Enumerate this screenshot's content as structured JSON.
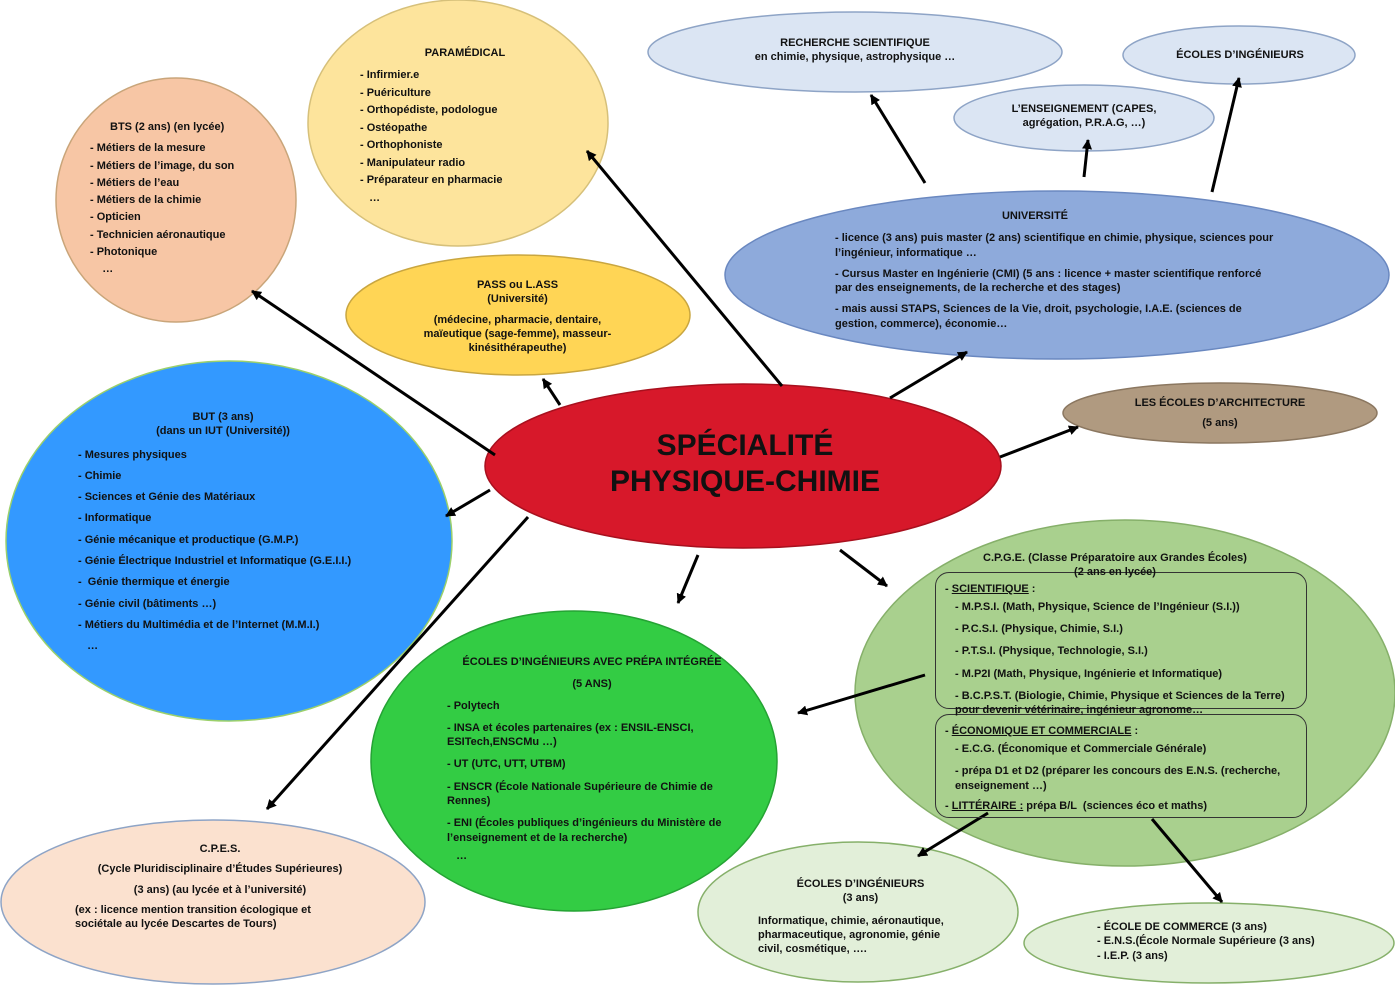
{
  "center": {
    "line1": "SPÉCIALITÉ",
    "line2": "PHYSIQUE-CHIMIE"
  },
  "paramedical": {
    "title": "PARAMÉDICAL",
    "items": [
      "- Infirmier.e",
      "- Puériculture",
      "- Orthopédiste, podologue",
      "- Ostéopathe",
      "- Orthophoniste",
      "- Manipulateur radio",
      "- Préparateur en pharmacie",
      "   …"
    ]
  },
  "bts": {
    "title": "BTS (2 ans) (en lycée)",
    "items": [
      "- Métiers de la mesure",
      "- Métiers de l’image, du son",
      "- Métiers de l’eau",
      "- Métiers de la chimie",
      "- Opticien",
      "- Technicien aéronautique",
      "- Photonique",
      "    …"
    ]
  },
  "pass": {
    "title": "PASS ou L.ASS",
    "subtitle": "(Université)",
    "text": "(médecine, pharmacie, dentaire, maïeutique (sage-femme), masseur-kinésithérapeuthe)"
  },
  "recherche": {
    "title": "RECHERCHE SCIENTIFIQUE",
    "text": "en chimie, physique, astrophysique …"
  },
  "ecoles_ing_top": {
    "title": "ÉCOLES D’INGÉNIEURS"
  },
  "enseignement": {
    "title": "L’ENSEIGNEMENT (CAPES,",
    "text": "agrégation, P.R.A.G, …)"
  },
  "universite": {
    "title": "UNIVERSITÉ",
    "items": [
      "- licence (3 ans) puis master (2 ans) scientifique en chimie, physique, sciences pour l’ingénieur, informatique …",
      "- Cursus Master en Ingénierie (CMI) (5 ans : licence + master scientifique renforcé par des enseignements, de la recherche et des stages)",
      "- mais aussi STAPS, Sciences de la Vie, droit, psychologie, I.A.E.  (sciences de gestion, commerce), économie…"
    ]
  },
  "architecture": {
    "title": "LES ÉCOLES D’ARCHITECTURE",
    "text": "(5 ans)"
  },
  "but": {
    "title": "BUT (3 ans)",
    "subtitle": "(dans un IUT (Université))",
    "items": [
      "- Mesures physiques",
      "- Chimie",
      "- Sciences et Génie des Matériaux",
      "- Informatique",
      "- Génie mécanique et productique (G.M.P.)",
      "- Génie Électrique Industriel et Informatique (G.E.I.I.)",
      "-  Génie thermique et énergie",
      "- Génie civil (bâtiments …)",
      "- Métiers du Multimédia et de l’Internet (M.M.I.)",
      "   …"
    ]
  },
  "cpge": {
    "title": "C.P.G.E. (Classe Préparatoire aux Grandes Écoles)",
    "subtitle": "(2 ans en lycée)",
    "sci_label": "SCIENTIFIQUE",
    "sci_items": [
      "- M.P.S.I. (Math, Physique, Science de l’Ingénieur (S.I.))",
      "- P.C.S.I. (Physique, Chimie, S.I.)",
      "- P.T.S.I. (Physique, Technologie, S.I.)",
      "- M.P2I  (Math, Physique, Ingénierie et Informatique)",
      "- B.C.P.S.T. (Biologie, Chimie, Physique et Sciences de la Terre) pour  devenir vétérinaire, ingénieur agronome…"
    ],
    "eco_label": "ÉCONOMIQUE ET COMMERCIALE",
    "eco_items": [
      "- E.C.G. (Économique et Commerciale Générale)",
      "- prépa D1 et D2 (préparer les concours des E.N.S. (recherche, enseignement …)"
    ],
    "lit_label": "LITTÉRAIRE :",
    "lit_text": " prépa B/L  (sciences éco et maths)"
  },
  "ecoles_prepa": {
    "title": "ÉCOLES D’INGÉNIEURS AVEC PRÉPA INTÉGRÉE",
    "subtitle": "(5 ANS)",
    "items": [
      "- Polytech",
      "- INSA et écoles partenaires (ex : ENSIL-ENSCI, ESITech,ENSCMu …)",
      "- UT (UTC, UTT, UTBM)",
      "- ENSCR (École Nationale Supérieure de Chimie de Rennes)",
      "- ENI (Écoles publiques d’ingénieurs du Ministère de l’enseignement et de la recherche)",
      "   …"
    ]
  },
  "cpes": {
    "title": "C.P.E.S.",
    "line1": "(Cycle Pluridisciplinaire d’Études Supérieures)",
    "line2": "(3 ans) (au lycée et à l’université)",
    "text": "(ex : licence mention transition écologique et sociétale au lycée Descartes de Tours)"
  },
  "ecoles_ing_bottom": {
    "title": "ÉCOLES D’INGÉNIEURS",
    "subtitle": "(3 ans)",
    "text": "Informatique, chimie, aéronautique, pharmaceutique, agronomie,  génie civil, cosmétique, …."
  },
  "commerce": {
    "items": [
      "- ÉCOLE DE COMMERCE  (3 ans)",
      "- E.N.S.(École Normale Supérieure (3 ans)",
      "- I.E.P. (3 ans)"
    ]
  },
  "colors": {
    "center": "#d7182a",
    "paramedical": "#fde49c",
    "bts": "#f7c6a5",
    "pass": "#ffd555",
    "recherche": "#dbe5f3",
    "universite": "#8eaadb",
    "architecture": "#b09a80",
    "but": "#3399ff",
    "cpge": "#a9d08e",
    "ecoles_prepa": "#33cc44",
    "cpes": "#fbe1cf",
    "ecoles_ing_bottom": "#e2efd9",
    "commerce": "#e2efd9"
  }
}
